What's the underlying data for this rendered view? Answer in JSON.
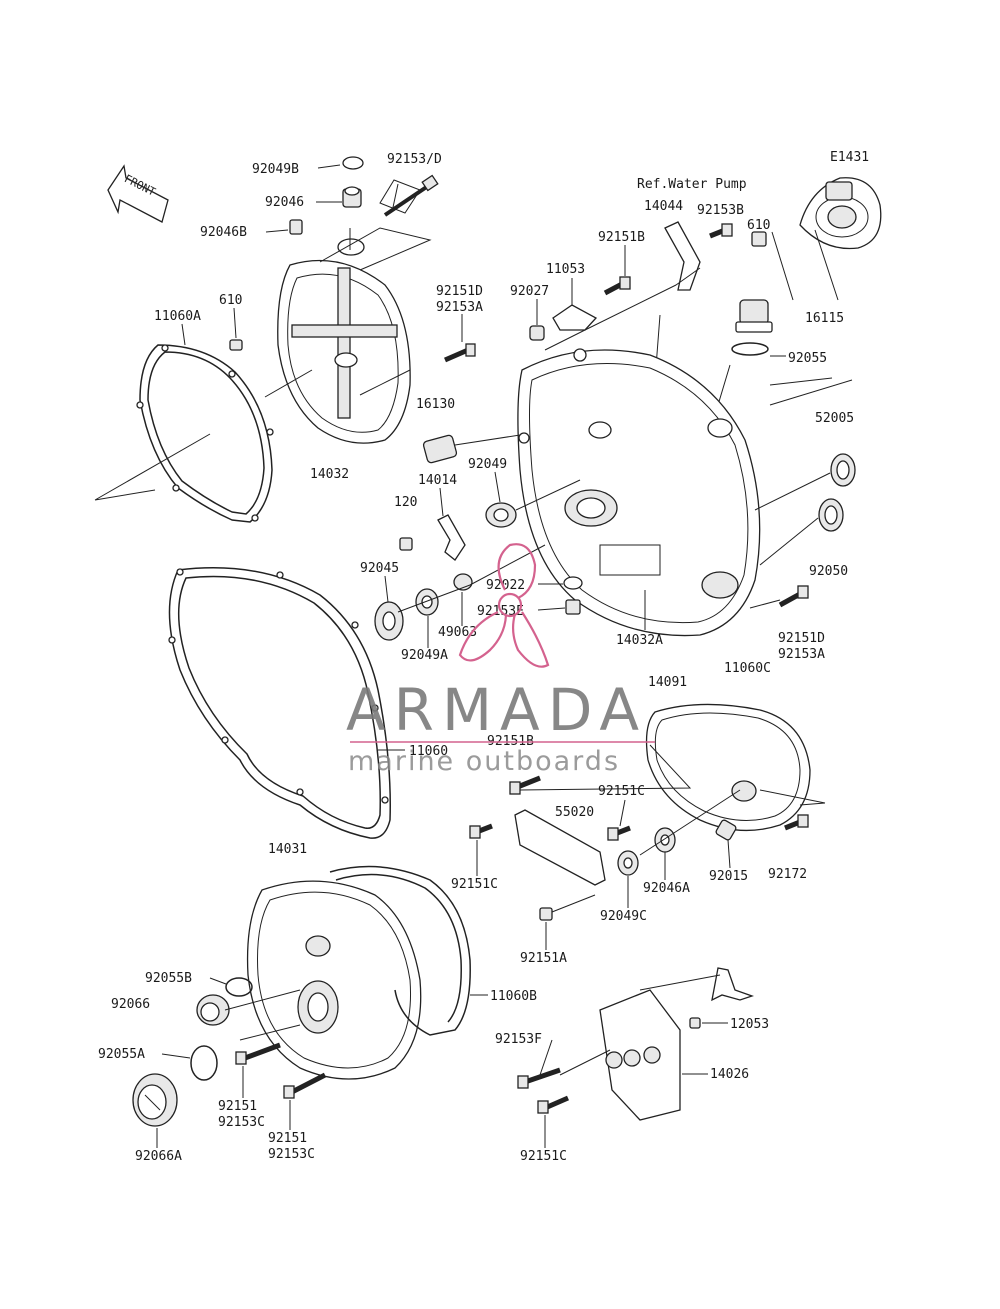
{
  "diagram_id": "E1431",
  "ref_note": "Ref.Water Pump",
  "front_label": "FRONT",
  "watermark": {
    "brand": "ARMADA",
    "tagline": "marine outboards",
    "logo_color": "#d4628e"
  },
  "labels": {
    "p92049B": "92049B",
    "p92153D": "92153/D",
    "p92046": "92046",
    "p92046B": "92046B",
    "p11060A": "11060A",
    "p610a": "610",
    "p92151D_92153A_a": "92151D",
    "p92153A_a": "92153A",
    "p16130": "16130",
    "p14032": "14032",
    "p14044": "14044",
    "p92153B": "92153B",
    "p610b": "610",
    "p92151B_a": "92151B",
    "p11053": "11053",
    "p92027": "92027",
    "p16115": "16115",
    "p92055": "92055",
    "p52005": "52005",
    "p92049": "92049",
    "p14014": "14014",
    "p120": "120",
    "p92045": "92045",
    "p92022": "92022",
    "p92153E": "92153E",
    "p49063": "49063",
    "p92049A": "92049A",
    "p14032A": "14032A",
    "p92050": "92050",
    "p92151D_b": "92151D",
    "p92153A_b": "92153A",
    "p11060C": "11060C",
    "p14091": "14091",
    "p11060": "11060",
    "p92151B_b": "92151B",
    "p55020": "55020",
    "p92151C_a": "92151C",
    "p14031": "14031",
    "p92151C_b": "92151C",
    "p92046A": "92046A",
    "p92015": "92015",
    "p92172": "92172",
    "p92049C": "92049C",
    "p92151A": "92151A",
    "p92055B": "92055B",
    "p11060B": "11060B",
    "p92066": "92066",
    "p12053": "12053",
    "p92153F": "92153F",
    "p92055A": "92055A",
    "p14026": "14026",
    "p92151_a": "92151",
    "p92153C_a": "92153C",
    "p92151_b": "92151",
    "p92153C_b": "92153C",
    "p92066A": "92066A",
    "p92151C_c": "92151C"
  }
}
